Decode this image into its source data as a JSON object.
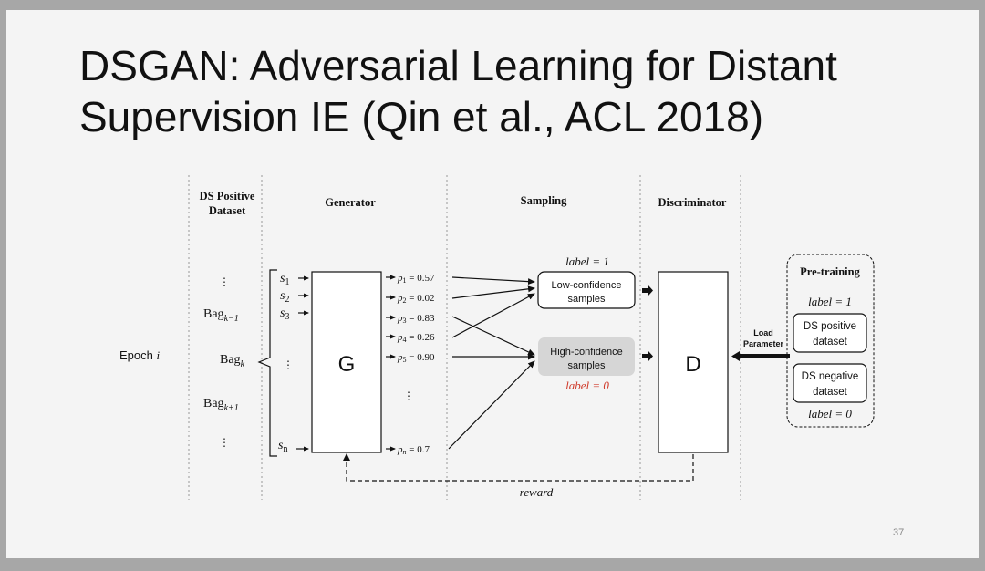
{
  "slide": {
    "title_lines": [
      "DSGAN: Adversarial Learning for Distant",
      "Supervision IE (Qin et al., ACL 2018)"
    ],
    "page_number": "37"
  },
  "diagram": {
    "columns": {
      "ds_positive_dataset": [
        "DS Positive",
        "Dataset"
      ],
      "generator": "Generator",
      "sampling": "Sampling",
      "discriminator": "Discriminator"
    },
    "epoch_label": "Epoch",
    "epoch_var": "i",
    "bags": {
      "vdots": "⋮",
      "bag_prev": "Bag",
      "bag_prev_sub": "k−1",
      "bag_curr": "Bag",
      "bag_curr_sub": "k",
      "bag_next": "Bag",
      "bag_next_sub": "k+1"
    },
    "sentences": [
      {
        "base": "s",
        "sub": "1"
      },
      {
        "base": "s",
        "sub": "2"
      },
      {
        "base": "s",
        "sub": "3"
      },
      {
        "base": "s",
        "sub": "n"
      }
    ],
    "vdots": "⋮",
    "generator_box": "G",
    "probabilities": [
      {
        "base": "p",
        "sub": "1",
        "value": " = 0.57"
      },
      {
        "base": "p",
        "sub": "2",
        "value": " = 0.02"
      },
      {
        "base": "p",
        "sub": "3",
        "value": " = 0.83"
      },
      {
        "base": "p",
        "sub": "4",
        "value": " = 0.26"
      },
      {
        "base": "p",
        "sub": "5",
        "value": " = 0.90"
      },
      {
        "base": "p",
        "sub": "n",
        "value": " = 0.7"
      }
    ],
    "sampling": {
      "label_top": "label = 1",
      "low_conf": [
        "Low-confidence",
        "samples"
      ],
      "high_conf": [
        "High-confidence",
        "samples"
      ],
      "label_bottom": "label = 0"
    },
    "discriminator_box": "D",
    "load_parameter": [
      "Load",
      "Parameter"
    ],
    "pretraining": {
      "title": "Pre-training",
      "label_top": "label = 1",
      "ds_positive": [
        "DS positive",
        "dataset"
      ],
      "ds_negative": [
        "DS negative",
        "dataset"
      ],
      "label_bottom": "label = 0"
    },
    "reward": "reward",
    "colors": {
      "accent_red": "#d03a2a",
      "high_conf_fill": "#d6d6d6",
      "ink": "#111111"
    }
  }
}
